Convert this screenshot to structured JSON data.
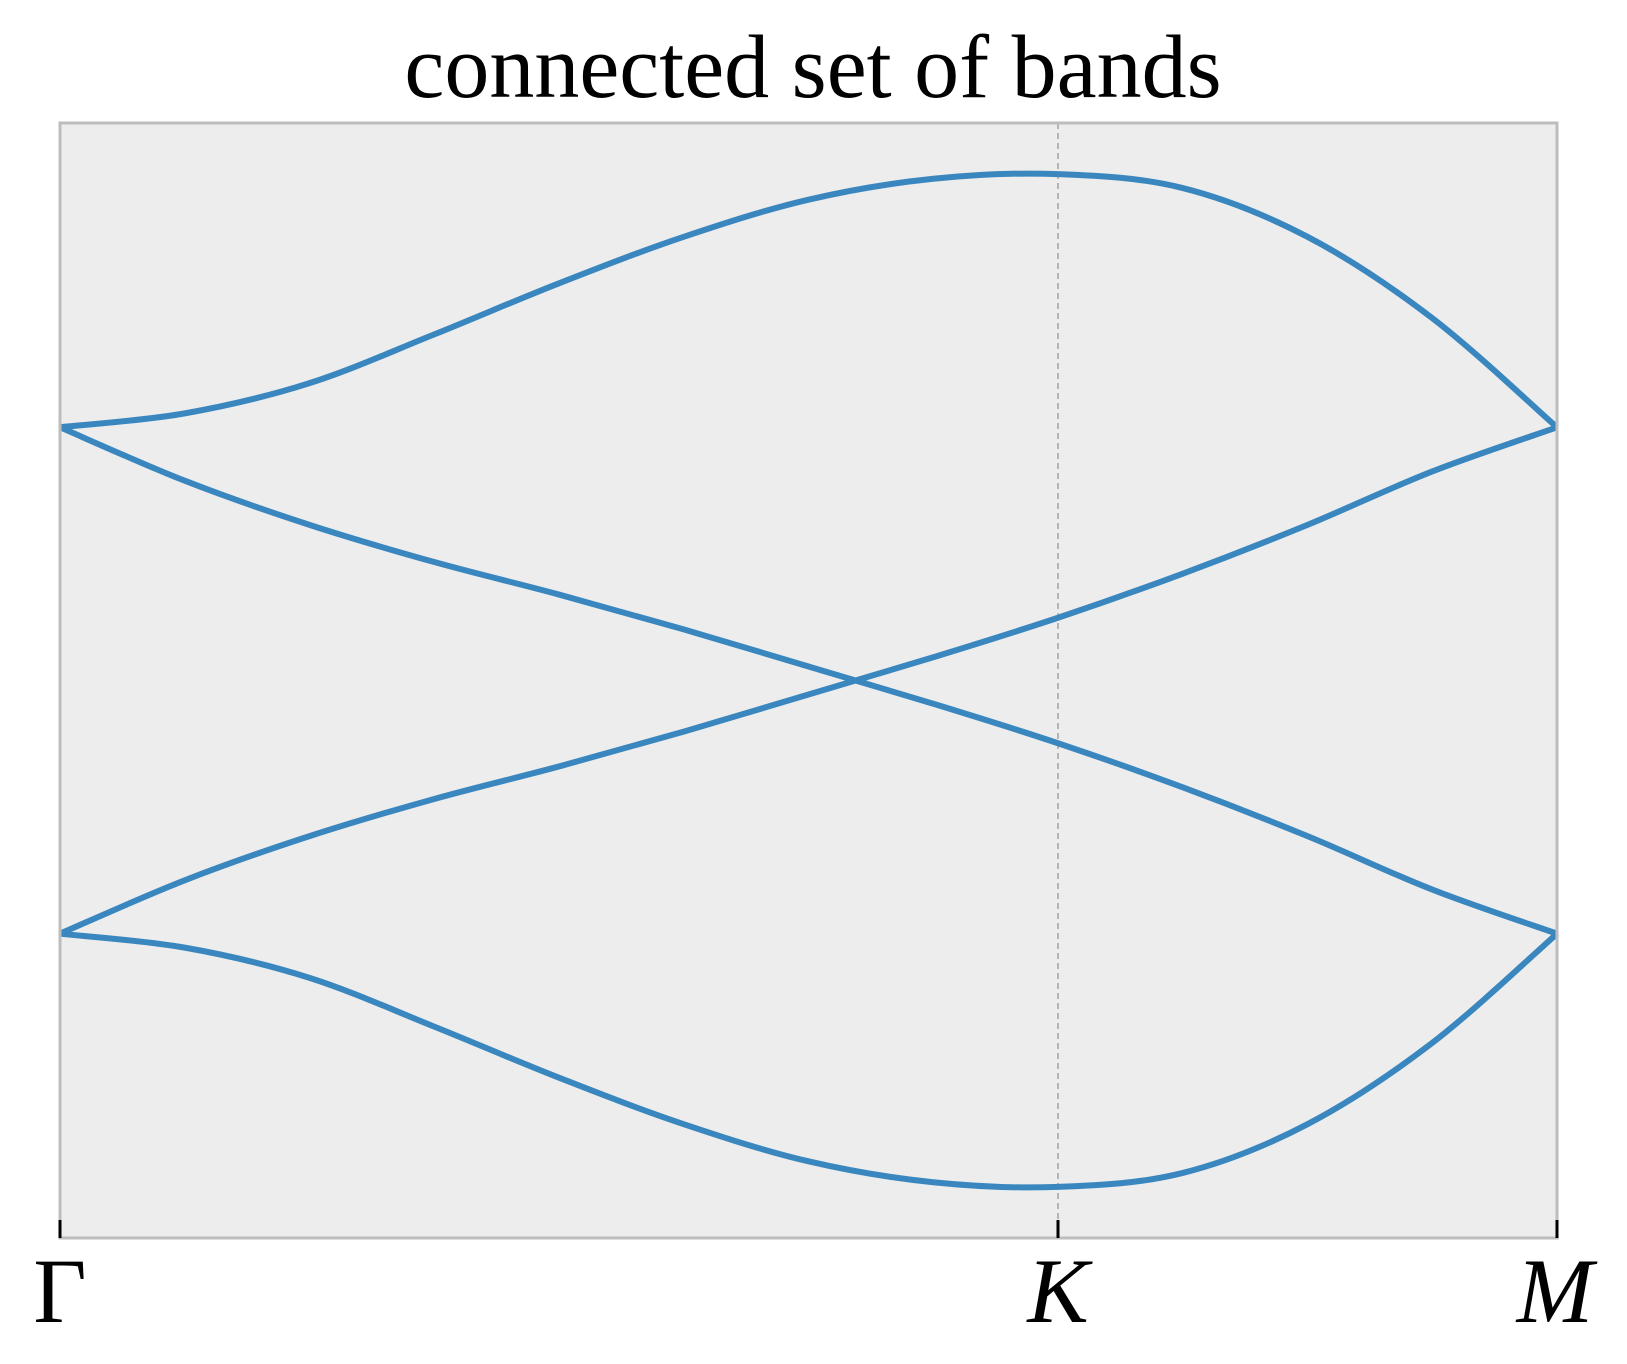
{
  "chart_data": {
    "type": "line",
    "title": "connected set of bands",
    "xlabel": "",
    "ylabel": "",
    "x_ticks": [
      {
        "label": "Γ",
        "x": 0.0,
        "italic": false
      },
      {
        "label": "K",
        "x": 2.0,
        "italic": true
      },
      {
        "label": "M",
        "x": 3.0,
        "italic": true
      }
    ],
    "xlim": [
      0,
      3
    ],
    "ylim": [
      -2.4,
      2.4
    ],
    "grid": false,
    "vertical_lines": [
      2.0
    ],
    "colors": {
      "line": "#3a87bf",
      "plot_background": "#ededed",
      "frame": "#bdbdbd",
      "vline": "#b5b5b5",
      "tick_mark": "#000000"
    },
    "series": [
      {
        "x": [
          0,
          0.25,
          0.5,
          0.75,
          1.0,
          1.25,
          1.5,
          1.75,
          2.0,
          2.25,
          2.5,
          2.75,
          3.0
        ],
        "values": [
          1.09,
          1.15,
          1.28,
          1.49,
          1.71,
          1.91,
          2.07,
          2.16,
          2.18,
          2.12,
          1.91,
          1.56,
          1.09
        ]
      },
      {
        "x": [
          0,
          0.25,
          0.5,
          0.75,
          1.0,
          1.25,
          1.5,
          1.75,
          2.0,
          2.25,
          2.5,
          2.75,
          3.0
        ],
        "values": [
          1.09,
          0.86,
          0.67,
          0.51,
          0.37,
          0.22,
          0.06,
          -0.1,
          -0.27,
          -0.46,
          -0.67,
          -0.9,
          -1.09
        ]
      },
      {
        "x": [
          0,
          0.25,
          0.5,
          0.75,
          1.0,
          1.25,
          1.5,
          1.75,
          2.0,
          2.25,
          2.5,
          2.75,
          3.0
        ],
        "values": [
          -1.09,
          -0.86,
          -0.67,
          -0.51,
          -0.37,
          -0.22,
          -0.06,
          0.1,
          0.27,
          0.46,
          0.67,
          0.9,
          1.09
        ]
      },
      {
        "x": [
          0,
          0.25,
          0.5,
          0.75,
          1.0,
          1.25,
          1.5,
          1.75,
          2.0,
          2.25,
          2.5,
          2.75,
          3.0
        ],
        "values": [
          -1.09,
          -1.15,
          -1.28,
          -1.49,
          -1.71,
          -1.91,
          -2.07,
          -2.16,
          -2.18,
          -2.12,
          -1.91,
          -1.56,
          -1.09
        ]
      }
    ]
  }
}
